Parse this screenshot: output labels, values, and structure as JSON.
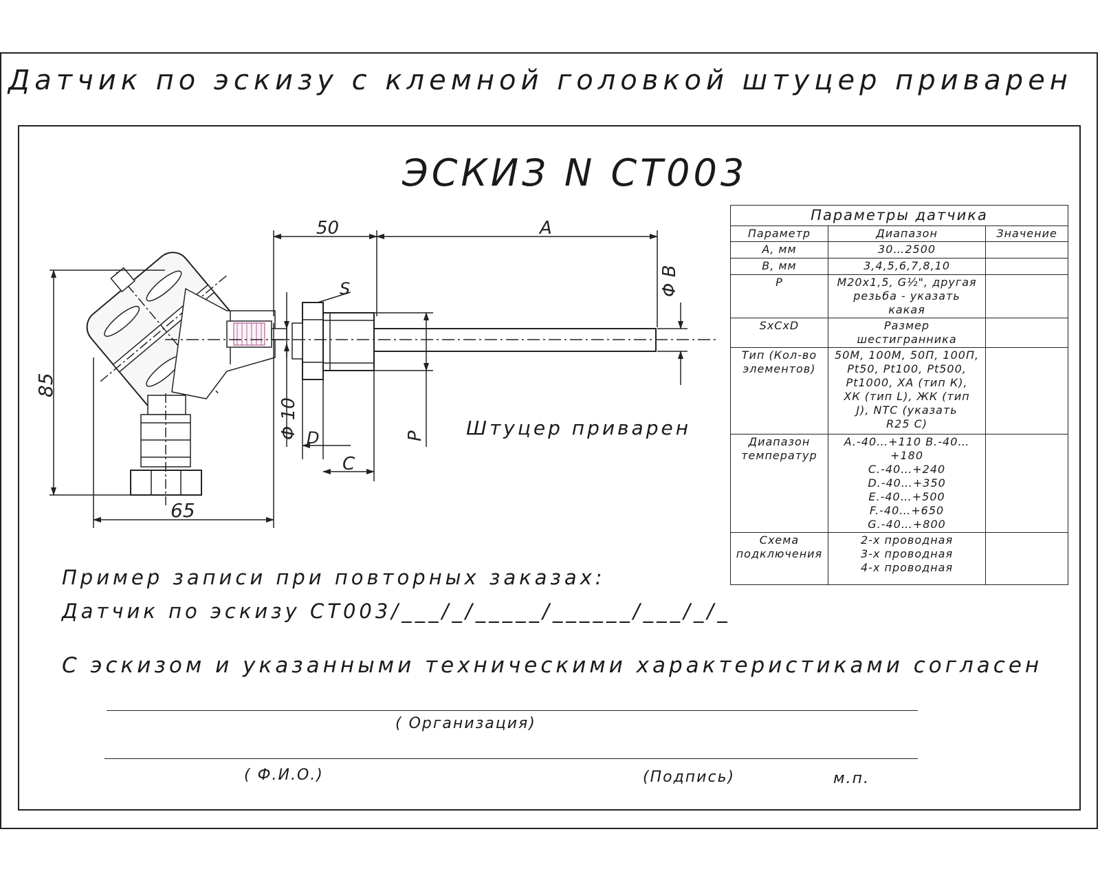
{
  "sheet_title": "Датчик по эскизу с клемной головкой штуцер приварен",
  "sketch_title": "ЭСКИЗ N CT003",
  "drawing": {
    "dimensions": {
      "head_width": "50",
      "length": "A",
      "diameter": "Φ B",
      "hex": "S",
      "height": "85",
      "width": "65",
      "inner_diameter": "Φ 10",
      "thread": "P",
      "d_label": "D",
      "c_label": "C"
    },
    "fitting_note": "Штуцер приварен"
  },
  "params_table": {
    "caption": "Параметры датчика",
    "headers": [
      "Параметр",
      "Диапазон",
      "Значение"
    ],
    "rows": [
      {
        "param": [
          "А, мм"
        ],
        "range": [
          "30…2500"
        ],
        "value": ""
      },
      {
        "param": [
          "В, мм"
        ],
        "range": [
          "3,4,5,6,7,8,10"
        ],
        "value": ""
      },
      {
        "param": [
          "P"
        ],
        "range": [
          "M20x1,5, G½\", другая",
          "резьба - указать",
          "какая"
        ],
        "value": ""
      },
      {
        "param": [
          "SxCxD"
        ],
        "range": [
          "Размер",
          "шестигранника"
        ],
        "value": ""
      },
      {
        "param": [
          "Тип (Кол-во",
          "элементов)"
        ],
        "range": [
          "50М, 100М, 50П, 100П,",
          "Pt50, Pt100, Pt500,",
          "Pt1000, ХА (тип К),",
          "ХК (тип L), ЖК (тип",
          "J), NTC (указать",
          "R25 C)"
        ],
        "value": ""
      },
      {
        "param": [
          "Диапазон",
          "температур"
        ],
        "range": [
          "A.-40…+110  B.-40…+180",
          "C.-40…+240",
          "D.-40…+350",
          "E.-40…+500",
          "F.-40…+650",
          "G.-40…+800"
        ],
        "value": ""
      },
      {
        "param": [
          "Схема",
          "подключения"
        ],
        "range": [
          "2-х проводная",
          "3-х проводная",
          "4-х проводная"
        ],
        "value": ""
      }
    ]
  },
  "order_example": {
    "heading": "Пример записи при повторных заказах:",
    "template": "Датчик по эскизу CT003/___/_/_____/______/___/_/_"
  },
  "agreement": "С эскизом  и указанными техническими характеристиками согласен",
  "signature": {
    "organization": "( Организация)",
    "name": "( Ф.И.О.)",
    "signature": "(Подпись)",
    "stamp": "м.п."
  }
}
